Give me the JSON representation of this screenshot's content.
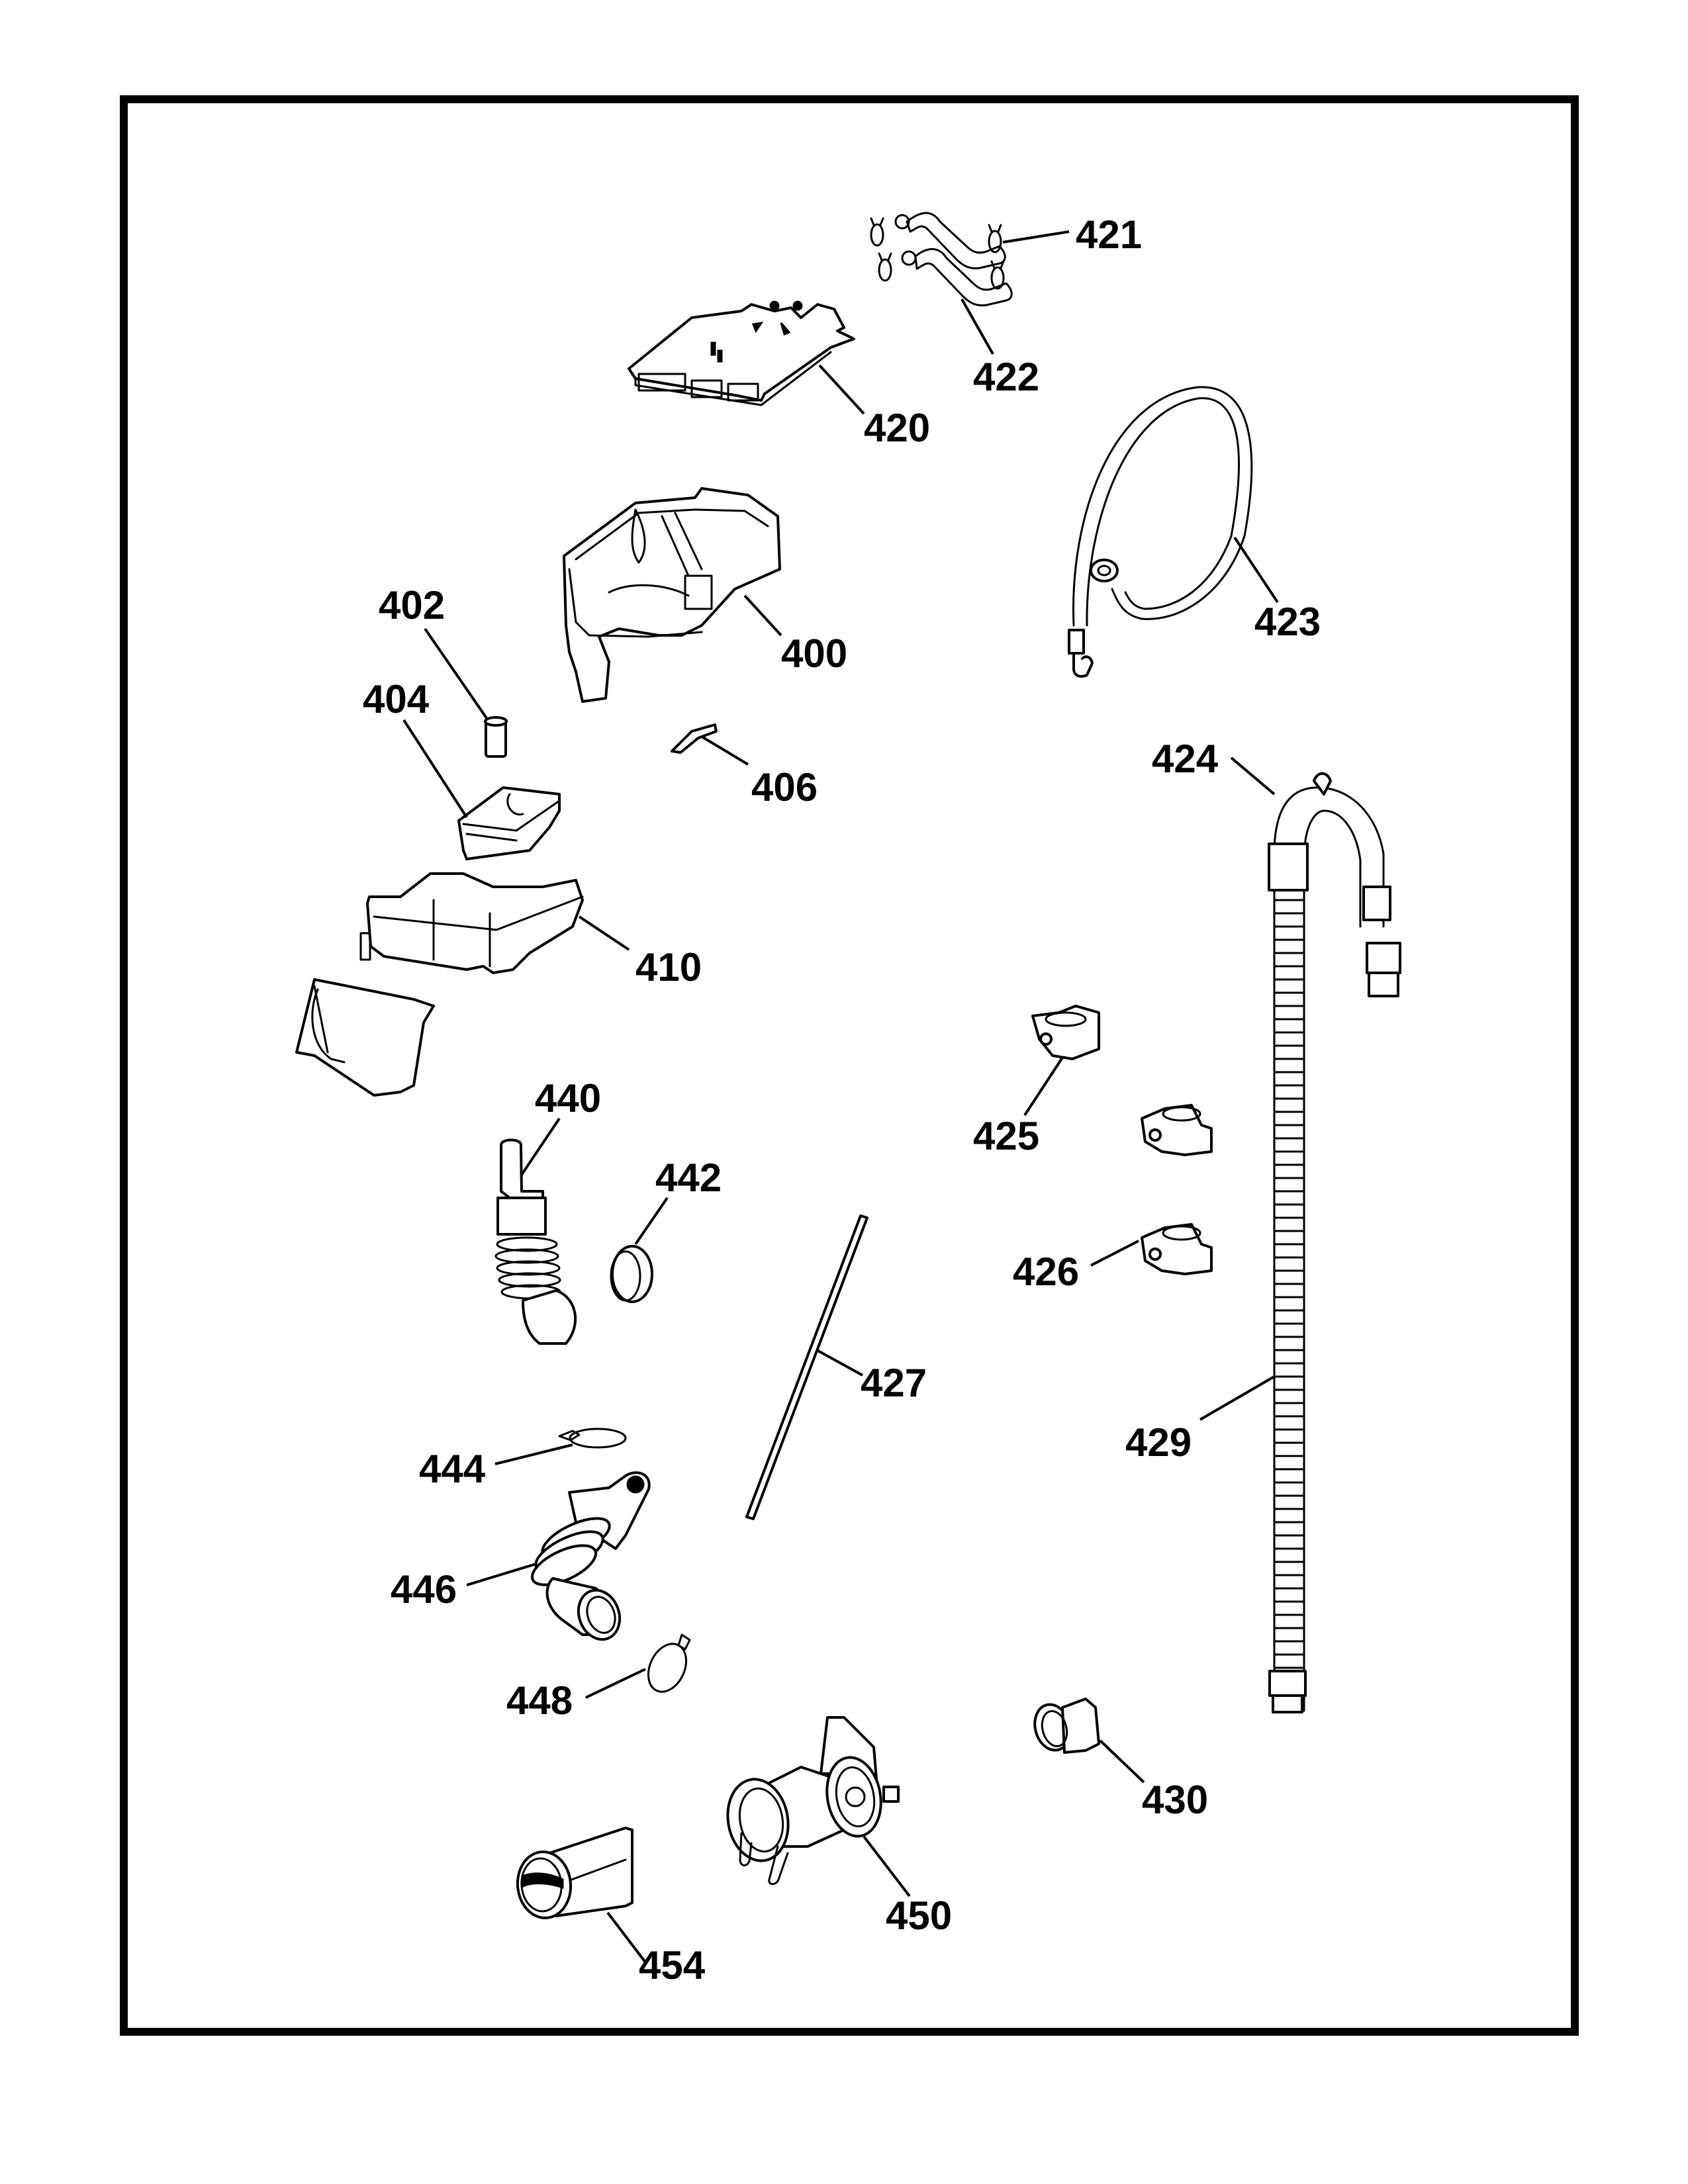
{
  "diagram": {
    "type": "exploded-parts-view",
    "subject": "washer detergent dispenser, inlet and drain assembly",
    "callouts": [
      {
        "id": "400",
        "part": "dispenser-housing"
      },
      {
        "id": "402",
        "part": "siphon-cap"
      },
      {
        "id": "404",
        "part": "softener-cup"
      },
      {
        "id": "406",
        "part": "dispenser-clip"
      },
      {
        "id": "410",
        "part": "dispenser-drawer"
      },
      {
        "id": "420",
        "part": "dispenser-cover"
      },
      {
        "id": "421",
        "part": "hose-clamp"
      },
      {
        "id": "422",
        "part": "inlet-hose-short"
      },
      {
        "id": "423",
        "part": "fill-hose"
      },
      {
        "id": "424",
        "part": "drain-hose-hook"
      },
      {
        "id": "425",
        "part": "hose-clip"
      },
      {
        "id": "426",
        "part": "hose-clip"
      },
      {
        "id": "427",
        "part": "rod"
      },
      {
        "id": "429",
        "part": "drain-hose"
      },
      {
        "id": "430",
        "part": "hose-connector"
      },
      {
        "id": "440",
        "part": "vent-bellows"
      },
      {
        "id": "442",
        "part": "grommet"
      },
      {
        "id": "444",
        "part": "clamp"
      },
      {
        "id": "446",
        "part": "sump-hose"
      },
      {
        "id": "448",
        "part": "clamp"
      },
      {
        "id": "450",
        "part": "drain-pump"
      },
      {
        "id": "454",
        "part": "pump-filter"
      }
    ]
  }
}
